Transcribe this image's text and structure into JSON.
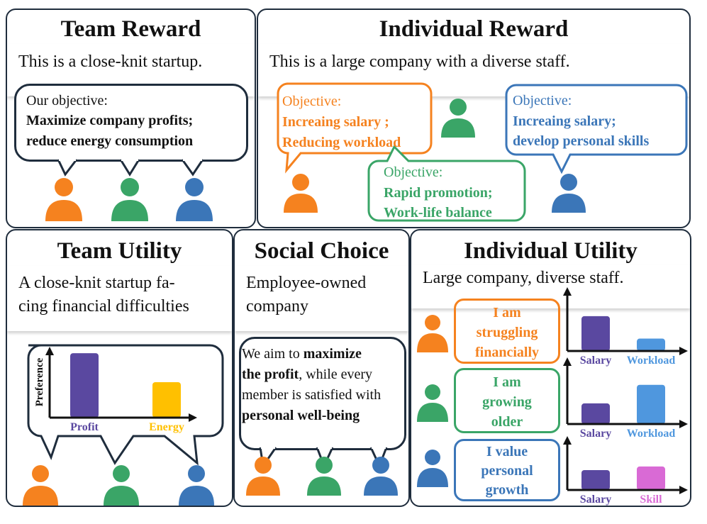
{
  "colors": {
    "orange": "#f5821f",
    "green": "#3aa567",
    "blue": "#3b76b8",
    "purple": "#5a48a0",
    "yellow": "#ffc000",
    "lightblue": "#4f97de",
    "pink": "#d96ad5",
    "dark": "#1f2d3d"
  },
  "icons": {
    "person": "person-icon"
  },
  "team_reward": {
    "title": "Team Reward",
    "subtitle": "This is a close-knit startup.",
    "bubble_line1": "Our objective:",
    "bubble_line2": "Maximize company profits;",
    "bubble_line3": "reduce energy consumption"
  },
  "individual_reward": {
    "title": "Individual Reward",
    "subtitle": "This is a large company with a diverse staff.",
    "orange": {
      "label": "Objective:",
      "line1": "Increaing salary ;",
      "line2": "Reducing workload"
    },
    "green": {
      "label": "Objective:",
      "line1": "Rapid promotion;",
      "line2": "Work-life balance"
    },
    "blue": {
      "label": "Objective:",
      "line1": "Increaing salary;",
      "line2": "develop personal skills"
    }
  },
  "team_utility": {
    "title": "Team Utility",
    "subtitle_line1": "A close-knit startup fa-",
    "subtitle_line2": "cing financial difficulties"
  },
  "social_choice": {
    "title": "Social Choice",
    "subtitle_line1": "Employee-owned",
    "subtitle_line2": "company",
    "text_a": "We aim to ",
    "text_b": "maximize",
    "text_c": "the profit",
    "text_d": ", while every",
    "text_e": "member is satisfied with",
    "text_f": "personal well-being"
  },
  "individual_utility": {
    "title": "Individual Utility",
    "subtitle": "Large company, diverse staff.",
    "rows": [
      {
        "line1": "I am",
        "line2": "struggling",
        "line3": "financially"
      },
      {
        "line1": "I am",
        "line2": "growing",
        "line3": "older"
      },
      {
        "line1": "I value",
        "line2": "personal",
        "line3": "growth"
      }
    ]
  },
  "chart_data": [
    {
      "type": "bar",
      "ylabel": "Preference",
      "categories": [
        "Profit",
        "Energy"
      ],
      "values": [
        1.0,
        0.55
      ],
      "ylim": [
        0,
        1.1
      ]
    },
    {
      "type": "bar",
      "categories": [
        "Salary",
        "Workload"
      ],
      "values": [
        0.9,
        0.32
      ],
      "ylim": [
        0,
        1.1
      ]
    },
    {
      "type": "bar",
      "categories": [
        "Salary",
        "Workload"
      ],
      "values": [
        0.5,
        0.95
      ],
      "ylim": [
        0,
        1.1
      ]
    },
    {
      "type": "bar",
      "categories": [
        "Salary",
        "Skill"
      ],
      "values": [
        0.55,
        0.65
      ],
      "ylim": [
        0,
        1.1
      ]
    }
  ]
}
